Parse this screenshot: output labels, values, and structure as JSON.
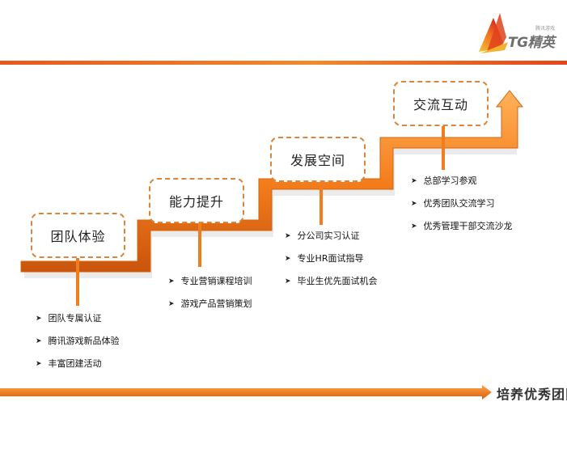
{
  "logo": {
    "brand": "TG精英",
    "sub": "腾讯游戏"
  },
  "stages": [
    {
      "title": "团队体验",
      "items": [
        "团队专属认证",
        "腾讯游戏新品体验",
        "丰富团建活动"
      ]
    },
    {
      "title": "能力提升",
      "items": [
        "专业营销课程培训",
        "游戏产品营销策划"
      ]
    },
    {
      "title": "发展空间",
      "items": [
        "分公司实习认证",
        "专业HR面试指导",
        "毕业生优先面试机会"
      ]
    },
    {
      "title": "交流互动",
      "items": [
        "总部学习参观",
        "优秀团队交流学习",
        "优秀管理干部交流沙龙"
      ]
    }
  ],
  "bottom_label": "培养优秀团队",
  "colors": {
    "accent": "#f07d1e",
    "accent_dark": "#d0580f",
    "box_border": "#d9863c"
  },
  "icons": {
    "bullet": "triangle-right-icon",
    "logo": "flame-logo-icon"
  }
}
